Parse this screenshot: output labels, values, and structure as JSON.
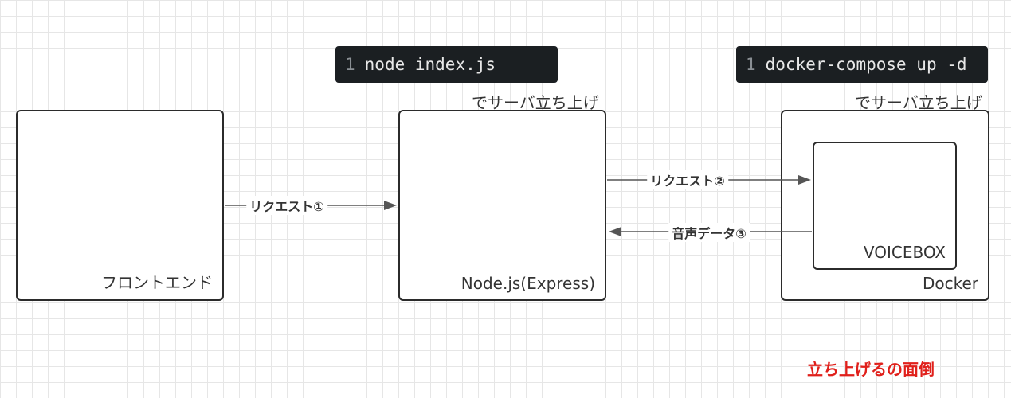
{
  "code_blocks": [
    {
      "line_number": "1",
      "command": "node index.js"
    },
    {
      "line_number": "1",
      "command": "docker-compose up -d"
    }
  ],
  "captions": {
    "node_caption": "でサーバ立ち上げ",
    "docker_caption": "でサーバ立ち上げ"
  },
  "nodes": {
    "frontend": "フロントエンド",
    "node_express": "Node.js(Express)",
    "docker": "Docker",
    "voicebox": "VOICEBOX"
  },
  "edges": {
    "request_1": "リクエスト①",
    "request_2": "リクエスト②",
    "audio_data_3": "音声データ③"
  },
  "note": "立ち上げるの面倒",
  "colors": {
    "note": "#e0201b",
    "code_background": "#1b1f22",
    "stroke": "#2b2b2b"
  }
}
